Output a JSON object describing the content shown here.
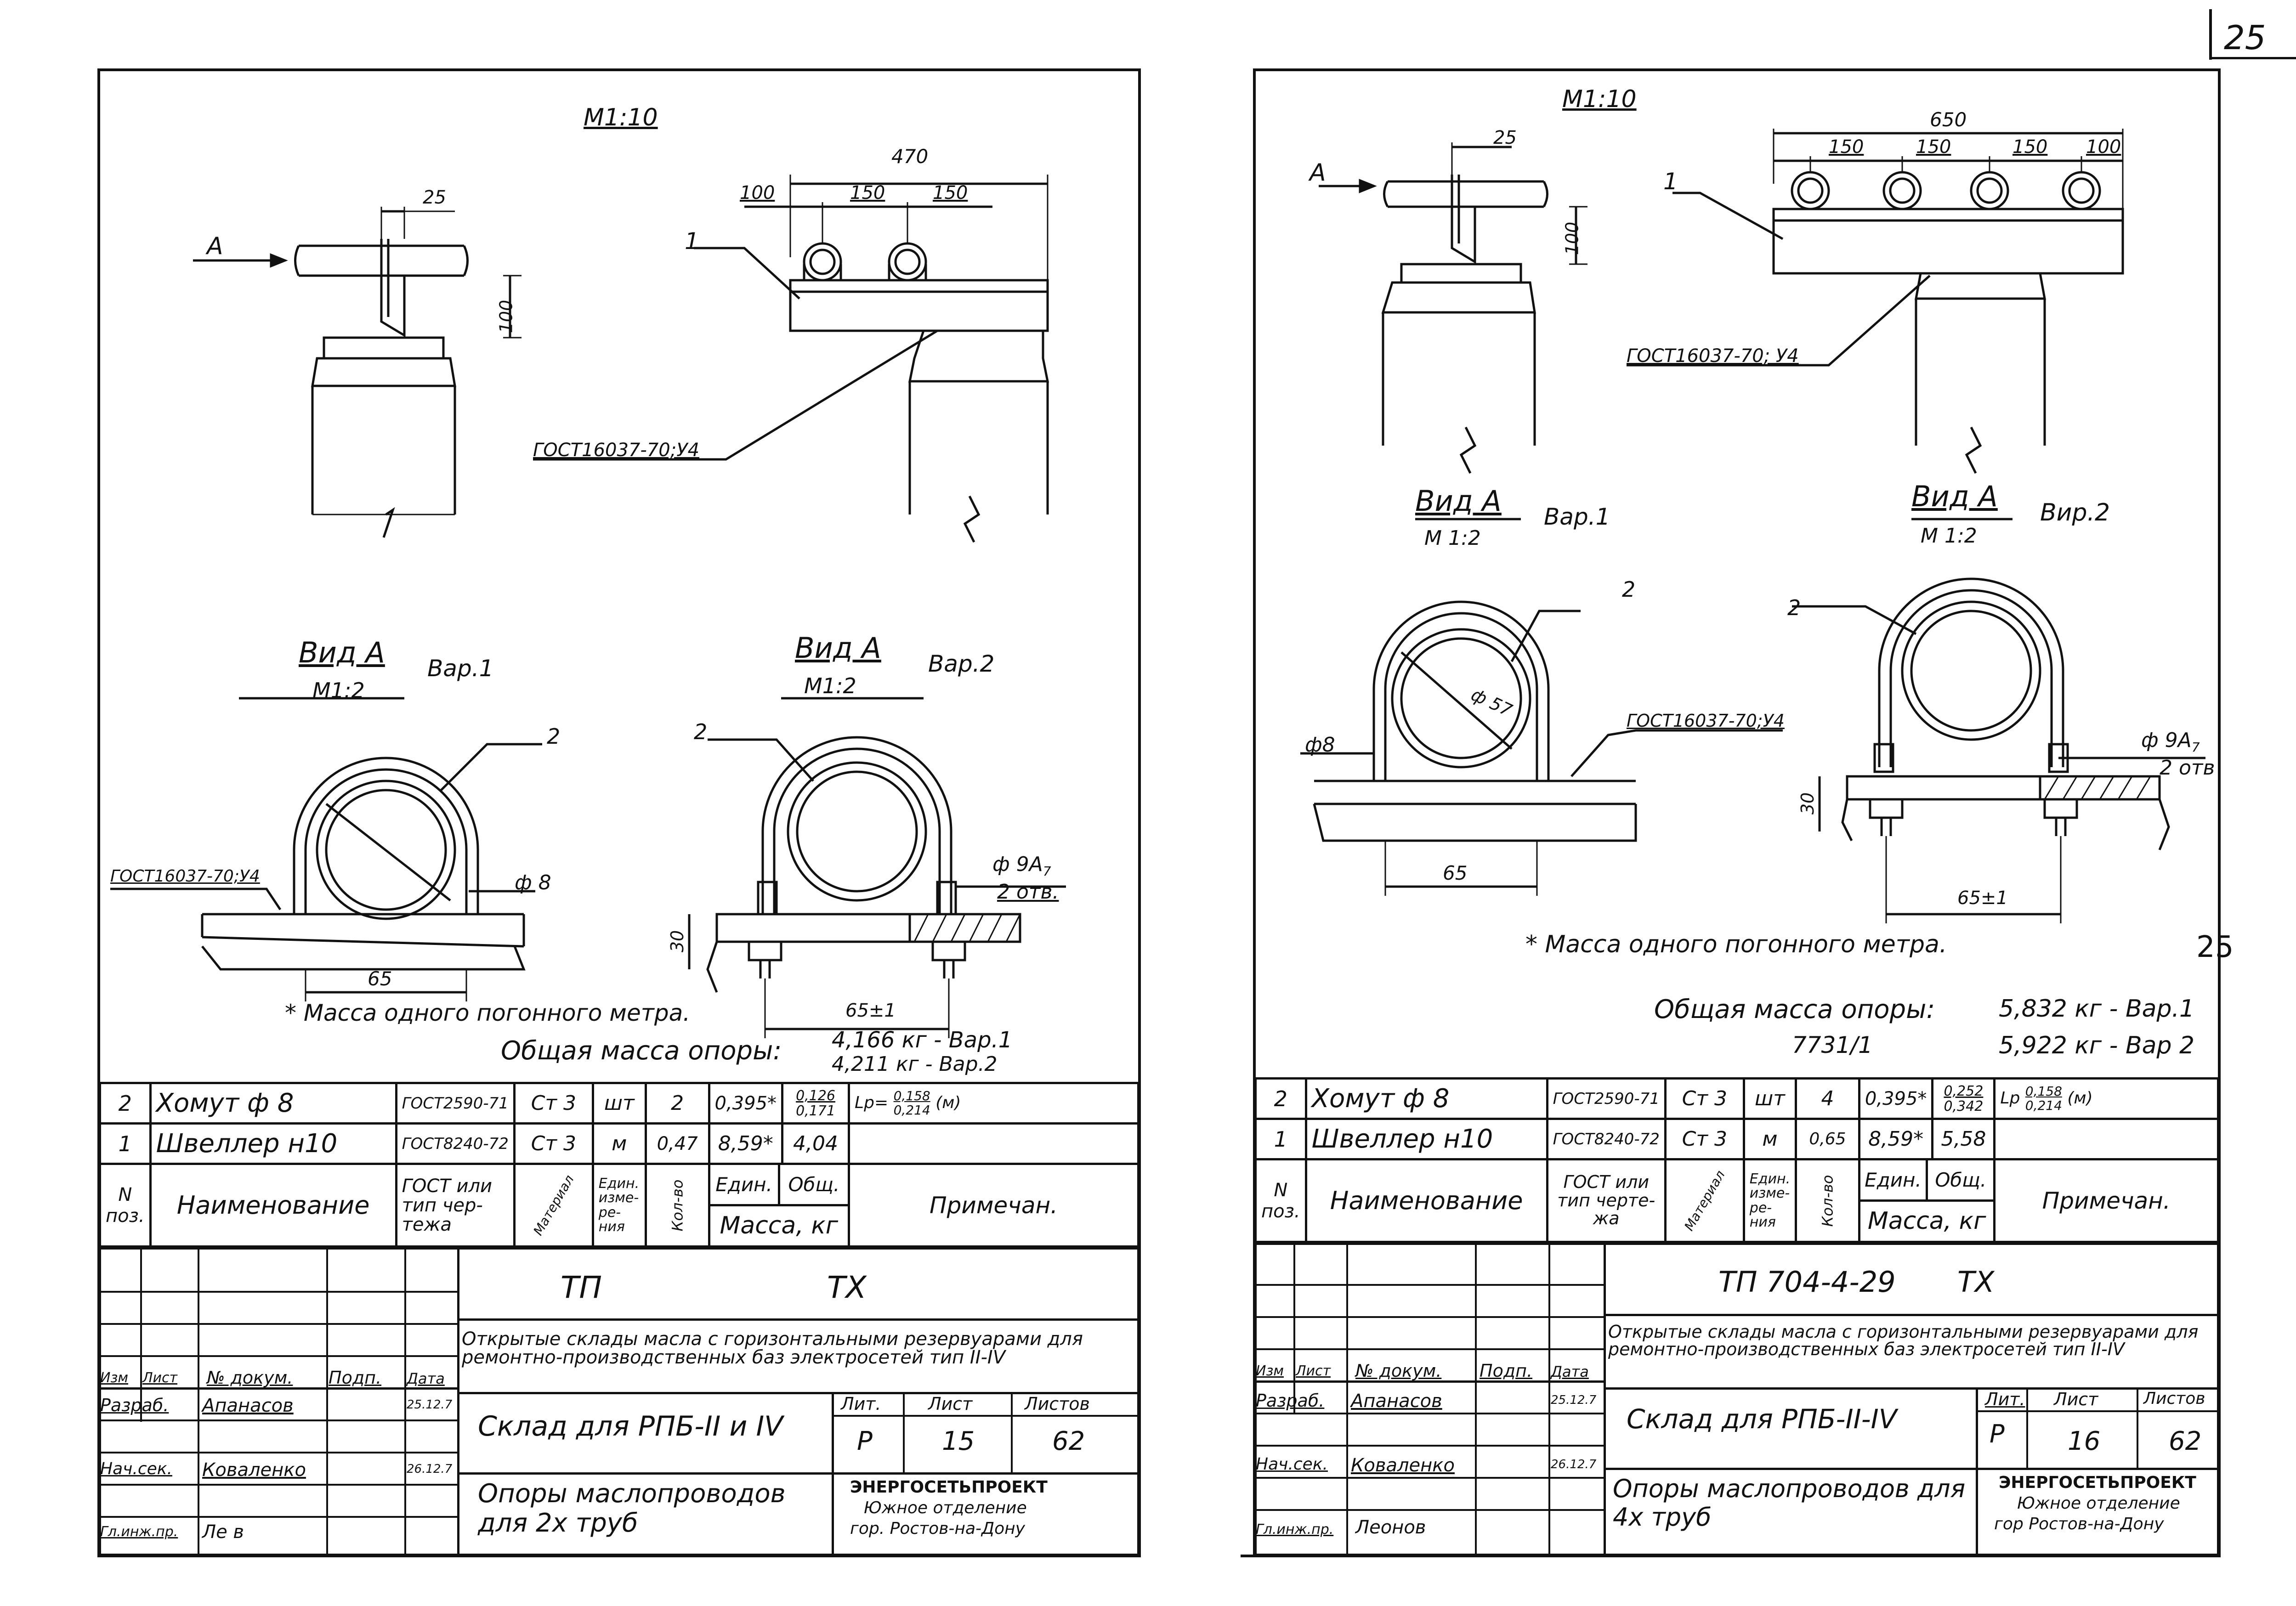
{
  "page_number": "25",
  "left": {
    "scale_top": "М1:10",
    "view_arrow": "А",
    "dims": [
      "25",
      "100",
      "470",
      "100",
      "150",
      "150",
      "65",
      "30",
      "65±1"
    ],
    "callout_1": "1",
    "callout_2a": "2",
    "callout_2b": "2",
    "gost_weld_top": "ГОСТ16037-70;У4",
    "gost_weld_left": "ГОСТ16037-70;У4",
    "view_a1": "Вид А",
    "view_a1_scale": "М1:2",
    "view_a1_var": "Вар.1",
    "view_a2": "Вид А",
    "view_a2_scale": "М1:2",
    "view_a2_var": "Вар.2",
    "phi8": "ф 8",
    "phi9": "ф 9А",
    "phi9_sub": "7",
    "holes": "2 отв.",
    "note": "* Масса одного погонного метра.",
    "total_label": "Общая масса опоры:",
    "total_v1": "4,166 кг - Вар.1",
    "total_v2": "4,211 кг - Вар.2",
    "spec_rows": [
      {
        "pos": "2",
        "name": "Хомут ф 8",
        "gost": "ГОСТ2590-71",
        "mat": "Ст 3",
        "unit": "шт",
        "qty": "2",
        "mass_u": "0,395*",
        "mass_t_num": "0,126",
        "mass_t_den": "0,171",
        "note_lp": "Lр",
        "note_num": "0,158",
        "note_den": "0,214",
        "note_unit": "(м)"
      },
      {
        "pos": "1",
        "name": "Швеллер н10",
        "gost": "ГОСТ8240-72",
        "mat": "Ст 3",
        "unit": "м",
        "qty": "0,47",
        "mass_u": "8,59*",
        "mass_t": "4,04"
      }
    ],
    "spec_head": {
      "pos": "N поз.",
      "name": "Наименование",
      "gost": "ГОСТ или тип чер-тежа",
      "mat": "Материал",
      "unit": "Един. изме-ре-ния",
      "qty": "Кол-во",
      "mass_u": "Един.",
      "mass_t": "Общ.",
      "mass": "Масса, кг",
      "note": "Примечан."
    },
    "tb": {
      "code_a": "ТП",
      "code_b": "ТХ",
      "project": "Открытые склады масла с горизонтальными резервуарами для ремонтно-производственных баз электросетей тип II-IV",
      "sheet_title": "Склад для РПБ-II и IV",
      "drawing_title": "Опоры маслопроводов для 2х труб",
      "lit_h": "Лит.",
      "list_h": "Лист",
      "lists_h": "Листов",
      "lit": "Р",
      "list": "15",
      "lists": "62",
      "org1": "ЭНЕРГОСЕТЬПРОЕКТ",
      "org2": "Южное отделение",
      "org3": "гор. Ростов-на-Дону",
      "col_izm": "Изм",
      "col_list": "Лист",
      "col_doc": "№ докум.",
      "col_sign": "Подп.",
      "col_date": "Дата",
      "r1_role": "Разраб.",
      "r1_name": "Апанасов",
      "r1_date": "25.12.7",
      "r2_role": "Нач.сек.",
      "r2_name": "Коваленко",
      "r2_date": "26.12.7",
      "r3_role": "Гл.инж.пр.",
      "r3_name": "Ле   в"
    }
  },
  "right": {
    "scale_top": "М1:10",
    "view_arrow": "А",
    "dims": [
      "650",
      "150",
      "150",
      "150",
      "100",
      "25",
      "100",
      "65",
      "30",
      "65±1"
    ],
    "callout_1": "1",
    "callout_2a": "2",
    "callout_2b": "2",
    "gost_weld_top": "ГОСТ16037-70; У4",
    "gost_weld_mid": "ГОСТ16037-70;У4",
    "view_a1": "Вид А",
    "view_a1_scale": "М 1:2",
    "view_a1_var": "Вар.1",
    "view_a2": "Вид А",
    "view_a2_scale": "М 1:2",
    "view_a2_var": "Вир.2",
    "phi57": "ф 57",
    "phi8": "ф8",
    "phi9": "ф 9А",
    "phi9_sub": "7",
    "holes": "2 отв",
    "note": "* Масса одного погонного метра.",
    "hand_25": "25",
    "total_label": "Общая масса опоры:",
    "total_v1": "5,832 кг - Вар.1",
    "total_v2": "5,922 кг - Вар 2",
    "inv_no": "7731/1",
    "spec_rows": [
      {
        "pos": "2",
        "name": "Хомут ф 8",
        "gost": "ГОСТ2590-71",
        "mat": "Ст 3",
        "unit": "шт",
        "qty": "4",
        "mass_u": "0,395*",
        "mass_t_num": "0,252",
        "mass_t_den": "0,342",
        "note_lp": "Lр",
        "note_num": "0,158",
        "note_den": "0,214",
        "note_unit": "(м)"
      },
      {
        "pos": "1",
        "name": "Швеллер н10",
        "gost": "ГОСТ8240-72",
        "mat": "Ст 3",
        "unit": "м",
        "qty": "0,65",
        "mass_u": "8,59*",
        "mass_t": "5,58"
      }
    ],
    "spec_head": {
      "pos": "N поз.",
      "name": "Наименование",
      "gost": "ГОСТ или тип черте-жа",
      "mat": "Материал",
      "unit": "Един. изме-ре-ния",
      "qty": "Кол-во",
      "mass_u": "Един.",
      "mass_t": "Общ.",
      "mass": "Масса, кг",
      "note": "Примечан."
    },
    "tb": {
      "code_a": "ТП 704-4-29",
      "code_b": "ТХ",
      "project": "Открытые склады масла с горизонтальными резервуарами для ремонтно-производственных баз электросетей тип II-IV",
      "sheet_title": "Склад для РПБ-II-IV",
      "drawing_title": "Опоры маслопроводов для 4х труб",
      "lit_h": "Лит.",
      "list_h": "Лист",
      "lists_h": "Листов",
      "lit": "Р",
      "list": "16",
      "lists": "62",
      "org1": "ЭНЕРГОСЕТЬПРОЕКТ",
      "org2": "Южное отделение",
      "org3": "гор Ростов-на-Дону",
      "col_izm": "Изм",
      "col_list": "Лист",
      "col_doc": "№ докум.",
      "col_sign": "Подп.",
      "col_date": "Дата",
      "r1_role": "Разраб.",
      "r1_name": "Апанасов",
      "r1_date": "25.12.7",
      "r2_role": "Нач.сек.",
      "r2_name": "Коваленко",
      "r2_date": "26.12.7",
      "r3_role": "Гл.инж.пр.",
      "r3_name": "Леонов"
    }
  }
}
